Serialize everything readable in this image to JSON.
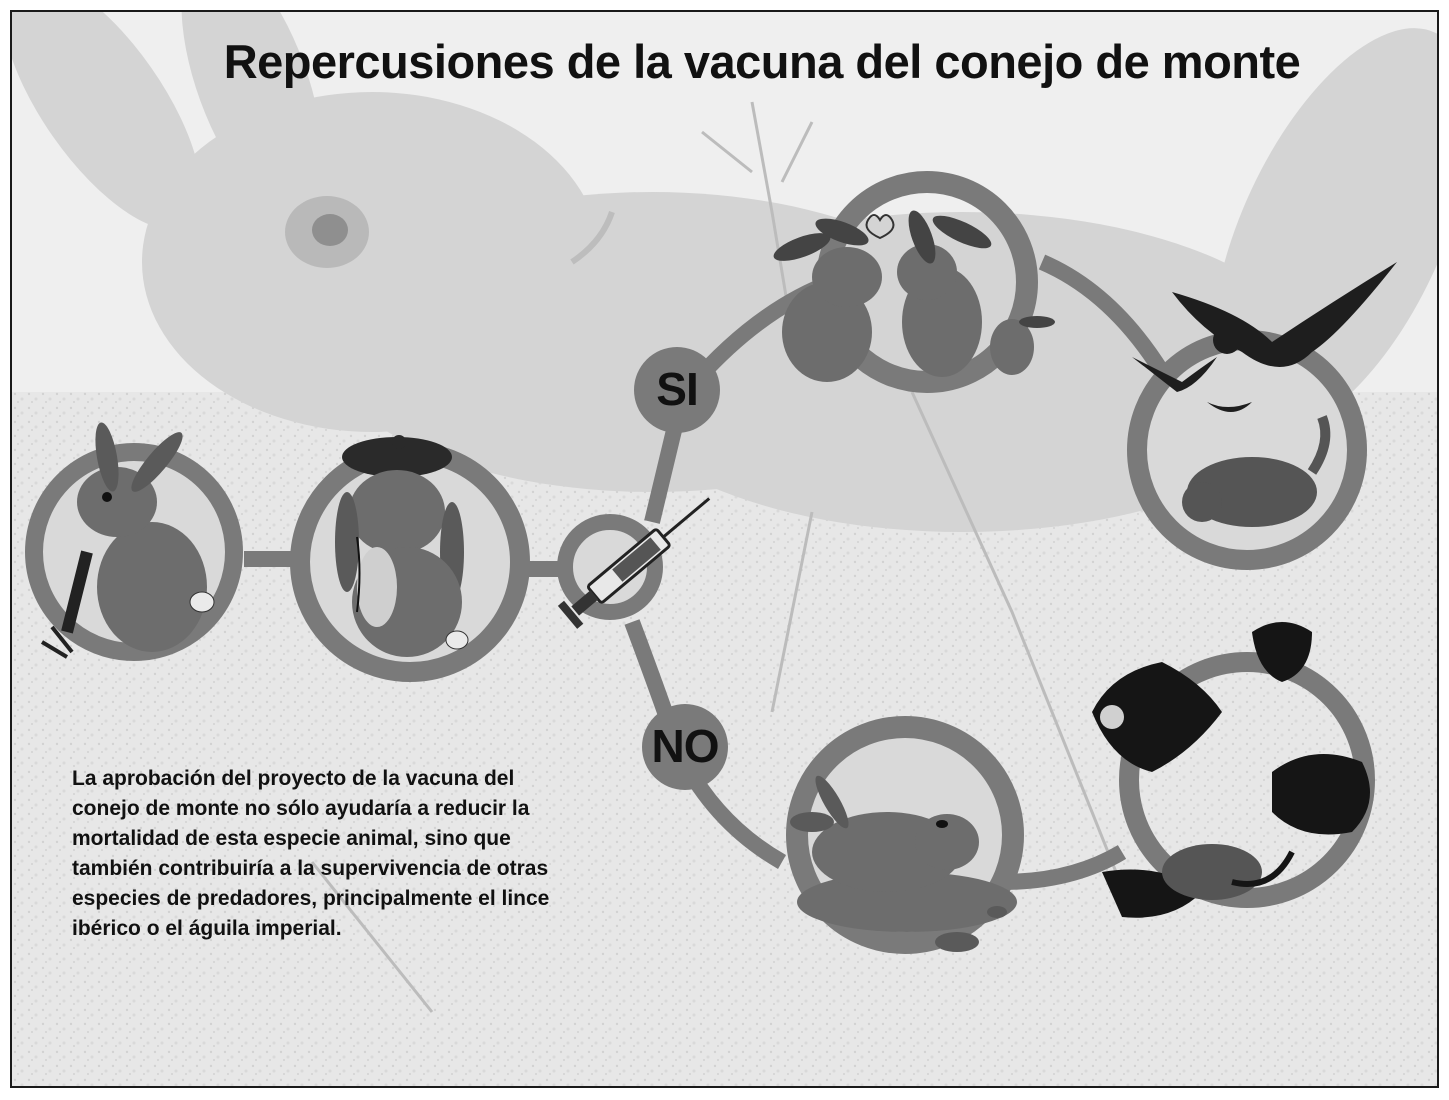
{
  "title": "Repercusiones de la vacuna del conejo de monte",
  "caption": "La aprobación del proyecto de la vacuna del conejo de monte no sólo ayudaría a reducir la mortalidad de esta especie animal, sino que también contribuiría a la supervivencia de otras especies de predadores, principalmente el lince ibérico o el águila imperial.",
  "branches": {
    "yes_label": "SI",
    "no_label": "NO"
  },
  "nodes": [
    {
      "id": "healthy-rabbit",
      "icon": "rabbit-eating-icon"
    },
    {
      "id": "sick-rabbit",
      "icon": "sick-rabbit-icon"
    },
    {
      "id": "vaccine",
      "icon": "syringe-icon"
    },
    {
      "id": "rabbits-thrive",
      "icon": "rabbit-family-icon"
    },
    {
      "id": "predators-thrive",
      "icon": "eagle-lynx-icon"
    },
    {
      "id": "rabbit-dies",
      "icon": "dead-rabbit-icon"
    },
    {
      "id": "predators-starve",
      "icon": "dying-predators-icon"
    }
  ],
  "colors": {
    "ring": "#7a7a7a",
    "ring_dark": "#5e5e5e",
    "background": "#ececec",
    "text": "#111111"
  }
}
